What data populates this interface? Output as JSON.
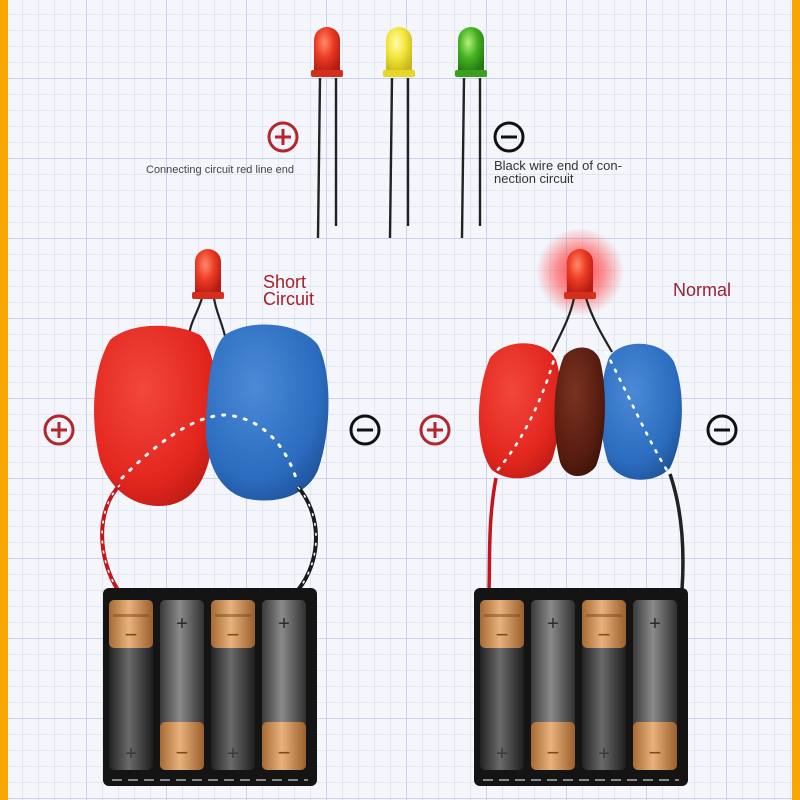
{
  "legend": {
    "plus_caption": "Connecting circuit red line end",
    "minus_caption_line1": "Black wire end of con-",
    "minus_caption_line2": "nection circuit"
  },
  "left_panel": {
    "title_line1": "Short",
    "title_line2": "Circuit"
  },
  "right_panel": {
    "title": "Normal"
  },
  "symbols": {
    "plus": "+",
    "minus": "−"
  },
  "colors": {
    "background_frame": "#f6a800",
    "led_red": "#e8321f",
    "led_yellow": "#f1e43a",
    "led_green": "#3fae1f",
    "dough_red": "#e22a22",
    "dough_blue": "#2f72c4",
    "dough_brown": "#5a1e12",
    "symbol_red": "#b3262c",
    "symbol_black": "#111111",
    "wire_red": "#c5141b"
  },
  "icons": [
    "led-red-icon",
    "led-yellow-icon",
    "led-green-icon",
    "plus-icon",
    "minus-icon",
    "battery-pack-icon",
    "play-dough-icon"
  ]
}
